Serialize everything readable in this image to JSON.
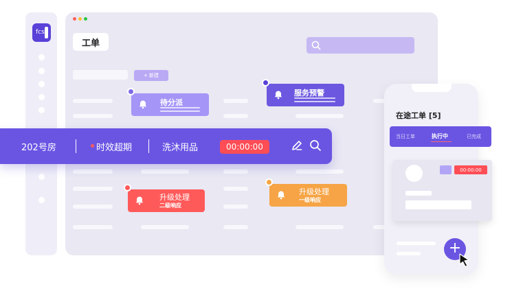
{
  "app": {
    "logo_text": "fcs"
  },
  "main": {
    "tab_title": "工单",
    "new_button_label": "+ 新建"
  },
  "cards": {
    "pending": {
      "title": "待分派"
    },
    "warning": {
      "title": "服务预警"
    },
    "escalate_red": {
      "title": "升级处理",
      "subtitle": "二级响应"
    },
    "escalate_orange": {
      "title": "升级处理",
      "subtitle": "一级响应"
    }
  },
  "ticket_bar": {
    "room": "202号房",
    "status": "时效超期",
    "item": "洗沐用品",
    "timer": "00:00:00"
  },
  "phone": {
    "title": "在途工单 [5]",
    "tabs": [
      "当日工单",
      "执行中",
      "已完成"
    ],
    "timer": "00:00:00"
  },
  "colors": {
    "accent": "#6a55e3",
    "alert_red": "#ff5a5a",
    "alert_orange": "#f6a445"
  }
}
